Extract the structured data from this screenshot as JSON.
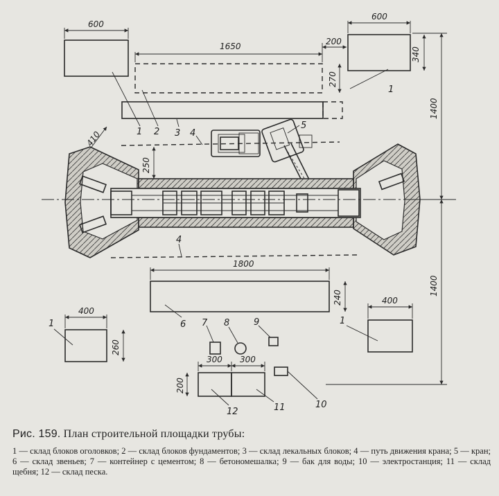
{
  "figure": {
    "caption_prefix": "Рис. 159.",
    "caption_title": "План строительной площадки трубы:",
    "legend_text": "1 — склад блоков оголовков; 2 — склад блоков фундаментов; 3 — склад лекальных блоков; 4 — путь движения крана; 5 — кран; 6 — склад звеньев; 7 — контейнер с цементом; 8 — бетономешалка; 9 — бак для воды; 10 — электростанция; 11 — склад щебня; 12 — склад песка."
  },
  "dimensions": {
    "top_left_block_width": "600",
    "top_right_block_width": "600",
    "block_height_340": "340",
    "concrete_store_length": "1650",
    "gap_200": "200",
    "concrete_store_width": "270",
    "total_upper_half": "1400",
    "total_lower_half": "1400",
    "distance_410": "410",
    "crane_path_offset": "250",
    "links_store_length": "1800",
    "links_store_width": "240",
    "bottom_left_block_width": "400",
    "bottom_left_block_height": "260",
    "bottom_right_block_width": "400",
    "sand_store_width": "300",
    "gravel_store_width": "300",
    "sand_store_height": "200"
  },
  "labels": {
    "n1": "1",
    "n2": "2",
    "n3": "3",
    "n4": "4",
    "n5": "5",
    "n6": "6",
    "n7": "7",
    "n8": "8",
    "n9": "9",
    "n10": "10",
    "n11": "11",
    "n12": "12"
  }
}
